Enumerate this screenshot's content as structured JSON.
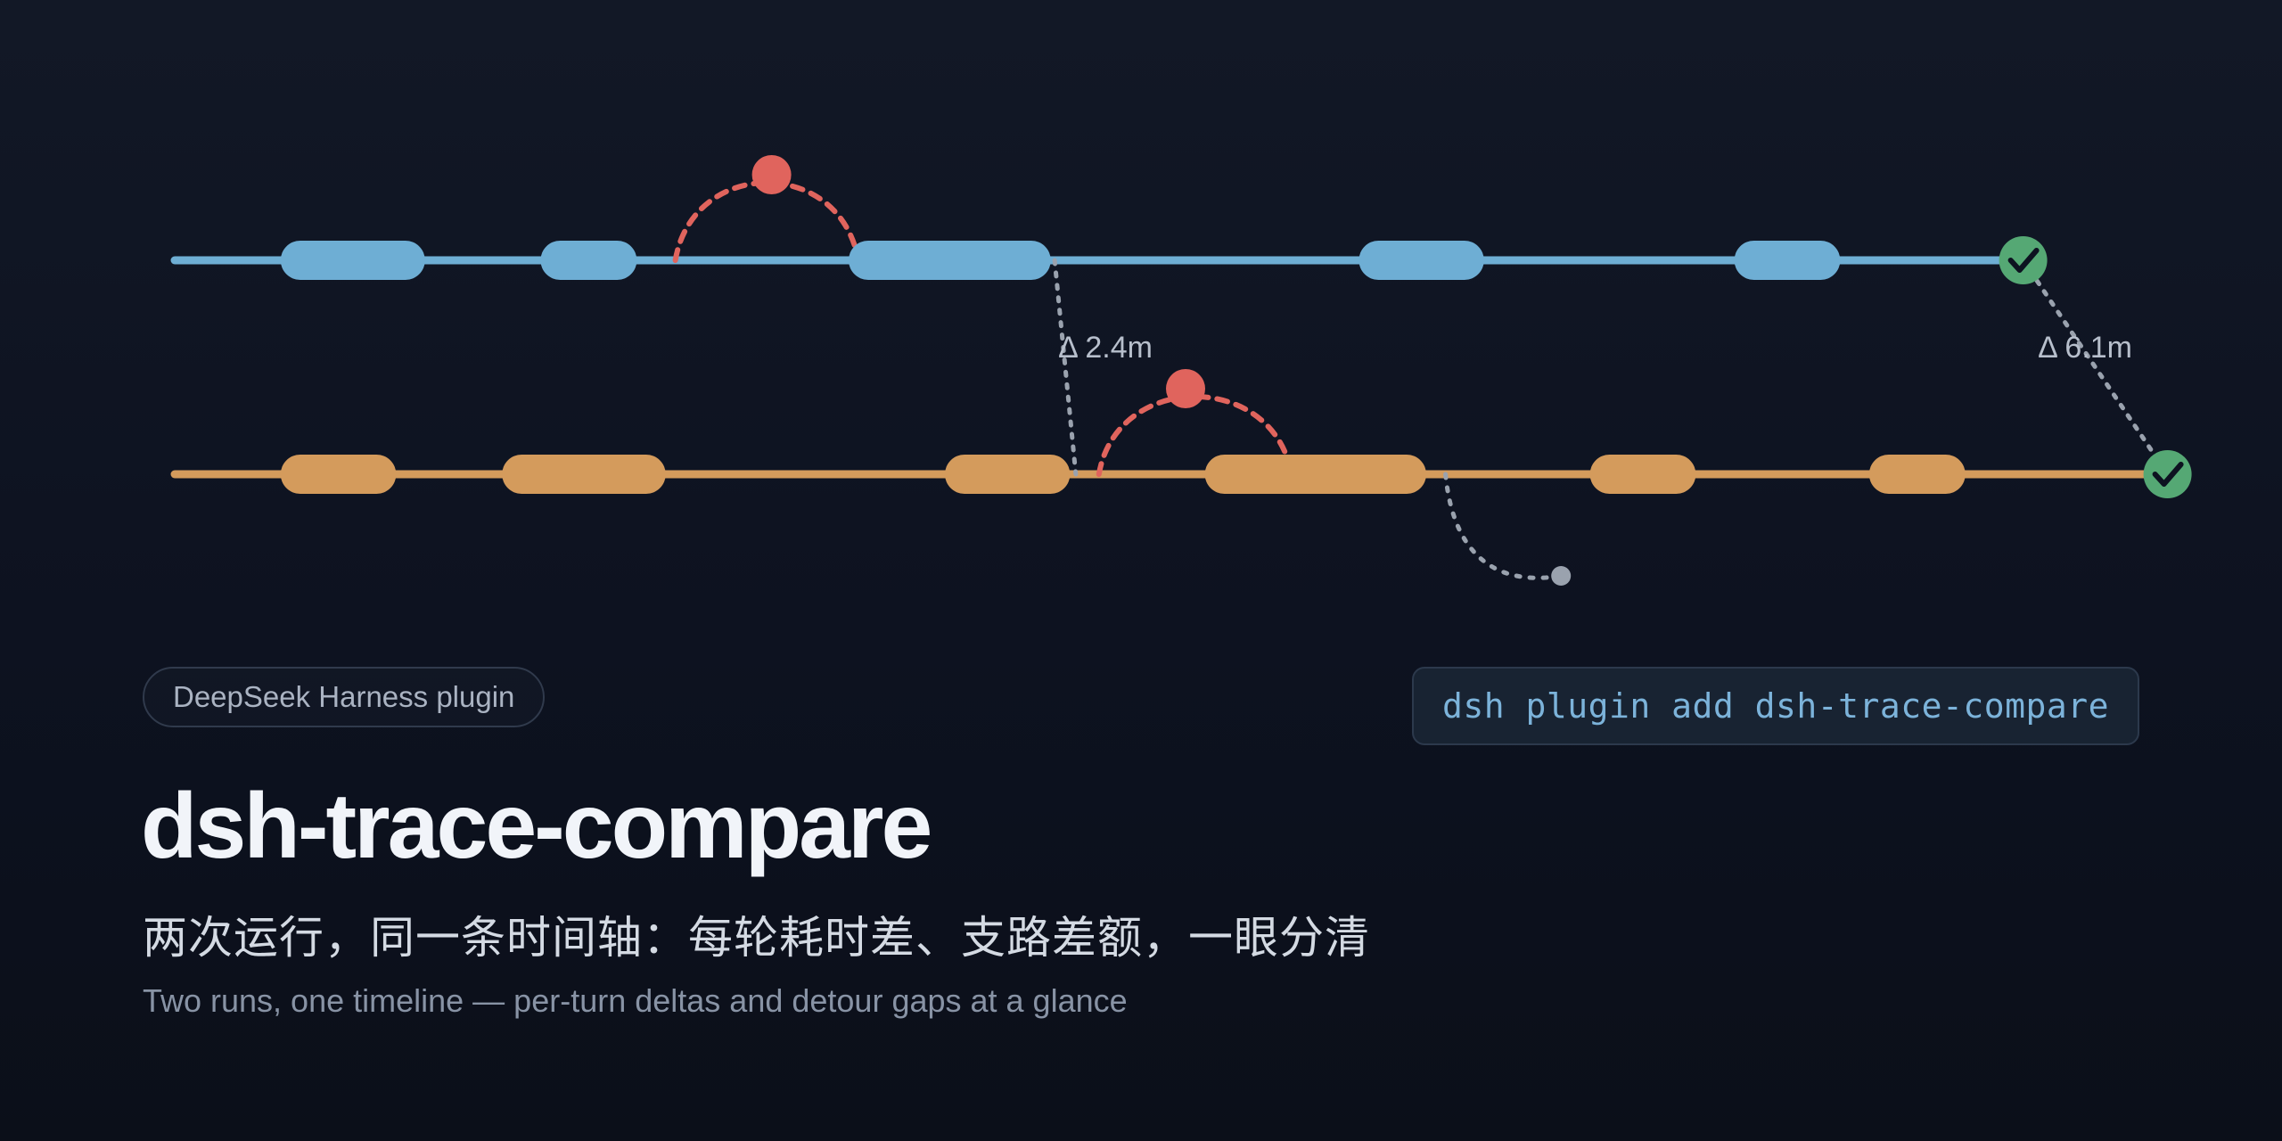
{
  "diagram": {
    "runs": [
      {
        "id": "run-a",
        "color": "#6eaed4",
        "lane": 0,
        "segments": [
          [
            0.055,
            0.13
          ],
          [
            0.19,
            0.24
          ],
          [
            0.35,
            0.455
          ],
          [
            0.615,
            0.68
          ],
          [
            0.81,
            0.865
          ]
        ],
        "end": 0.96,
        "detour": {
          "from": 0.26,
          "to": 0.355,
          "node": 0.31,
          "color": "#e0645d"
        }
      },
      {
        "id": "run-b",
        "color": "#d49b5c",
        "lane": 1,
        "segments": [
          [
            0.055,
            0.115
          ],
          [
            0.17,
            0.255
          ],
          [
            0.4,
            0.465
          ],
          [
            0.535,
            0.65
          ],
          [
            0.735,
            0.79
          ],
          [
            0.88,
            0.93
          ]
        ],
        "end": 1.035,
        "detour": {
          "from": 0.48,
          "to": 0.58,
          "node": 0.525,
          "color": "#e0645d"
        },
        "trailing": {
          "from": 0.66,
          "to": 0.72
        }
      }
    ],
    "links": [
      {
        "from_run": 0,
        "from": 0.457,
        "to_run": 1,
        "to": 0.468
      },
      {
        "from_run": 0,
        "from": 0.96,
        "to_run": 1,
        "to": 1.035
      }
    ],
    "deltas": [
      {
        "label": "Δ 2.4m",
        "link": 0
      },
      {
        "label": "Δ 6.1m",
        "link": 1
      }
    ],
    "done_color": "#55a874",
    "link_color": "#9aa2ae"
  },
  "badge": {
    "label": "DeepSeek Harness plugin"
  },
  "command": {
    "text": "dsh plugin add dsh-trace-compare"
  },
  "title": "dsh-trace-compare",
  "subtitle_cn": "两次运行，同一条时间轴：每轮耗时差、支路差额，一眼分清",
  "subtitle_en": "Two runs, one timeline — per-turn deltas and detour gaps at a glance"
}
